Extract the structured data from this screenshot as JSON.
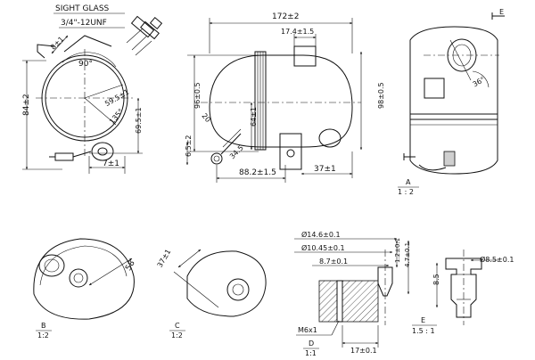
{
  "view_main_left": {
    "sight_glass": "SIGHT GLASS",
    "thread": "3/4\"-12UNF",
    "dim_8": "8±1",
    "dim_90deg": "90°",
    "dim_59": "59.5±1",
    "dim_135": "135°",
    "dim_69": "69.5±1",
    "dim_84": "84±2",
    "dim_7": "7±1"
  },
  "view_main_side": {
    "dim_172": "172±2",
    "dim_17_4": "17.4±1.5",
    "dim_96": "96±0.5",
    "dim_98": "98±0.5",
    "dim_64": "64±1",
    "dim_20": "20",
    "dim_65": "6.5±2",
    "dim_345": "34.5",
    "dim_88": "88.2±1.5",
    "dim_37": "37±1"
  },
  "view_right": {
    "label_e": "E",
    "dim_36": "36°",
    "label_a": "A",
    "scale_a": "1 : 2"
  },
  "view_b": {
    "label": "B",
    "scale": "1:2",
    "dim_58": "58"
  },
  "view_c": {
    "label": "C",
    "scale": "1:2",
    "dim_37": "37±1"
  },
  "view_d": {
    "dim_146": "Ø14.6±0.1",
    "dim_1045": "Ø10.45±0.1",
    "dim_87": "8.7±0.1",
    "dim_12": "1.2±0.1",
    "dim_47": "4.7±0.1",
    "thread": "M6x1",
    "dim_17": "17±0.1",
    "label": "D",
    "scale": "1:1"
  },
  "view_e": {
    "dim_85": "Ø8.5±0.1",
    "dim_8_5": "8.5",
    "label": "E",
    "scale": "1.5 : 1"
  }
}
